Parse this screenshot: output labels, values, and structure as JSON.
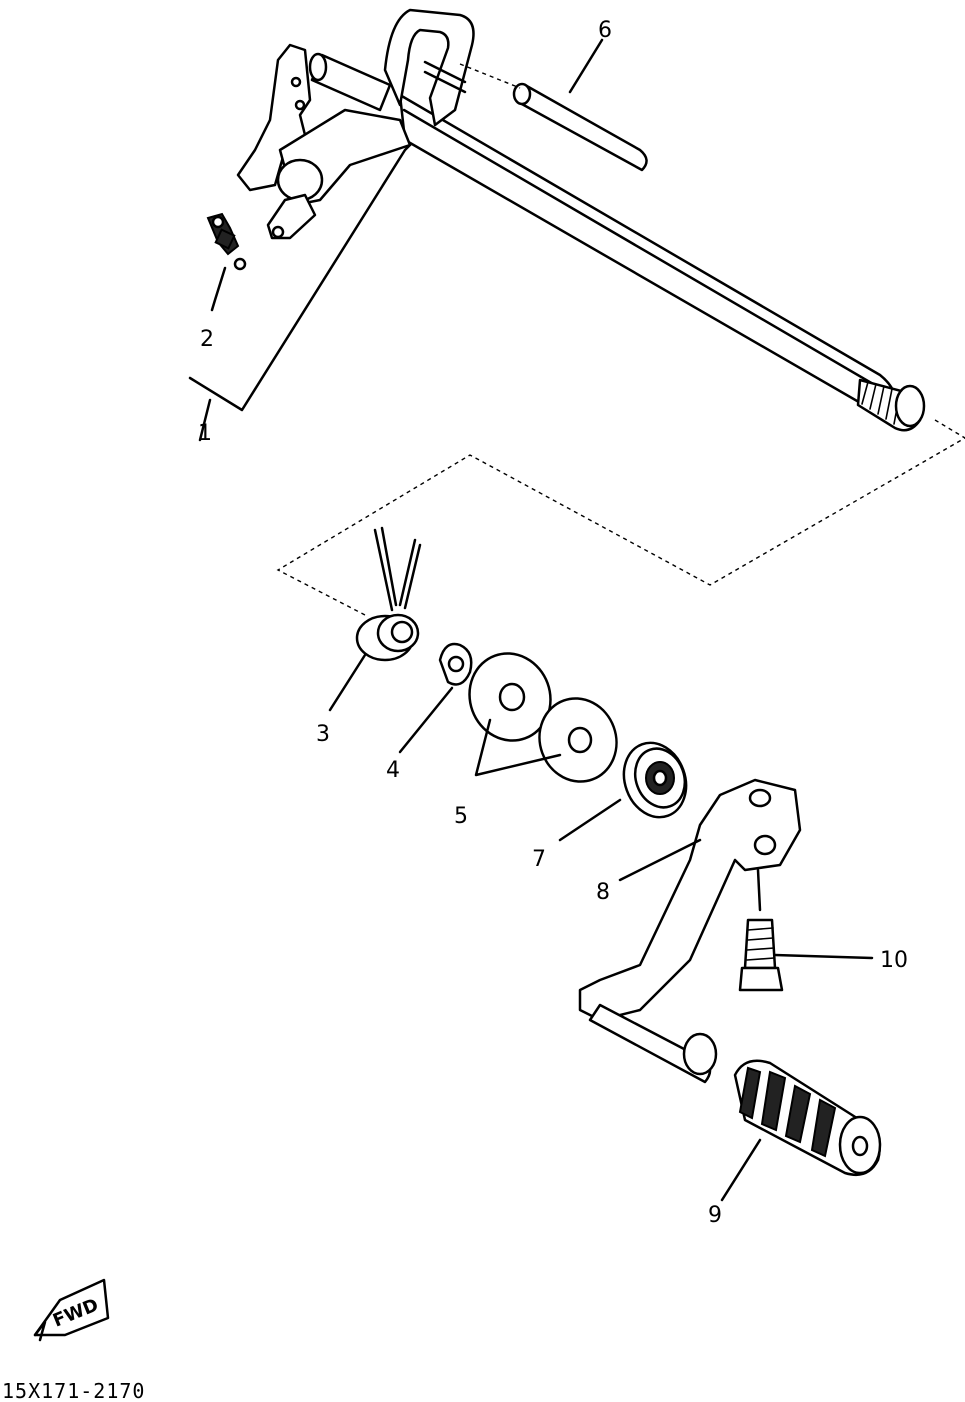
{
  "callouts": {
    "c2": "2",
    "c3": "3",
    "c4": "4",
    "c5": "5",
    "c6": "6",
    "c7": "7",
    "c8": "8",
    "c9": "9",
    "c10": "10",
    "c1": "1"
  },
  "fwd_label": "FWD",
  "drawing_code": "15X171-2170"
}
